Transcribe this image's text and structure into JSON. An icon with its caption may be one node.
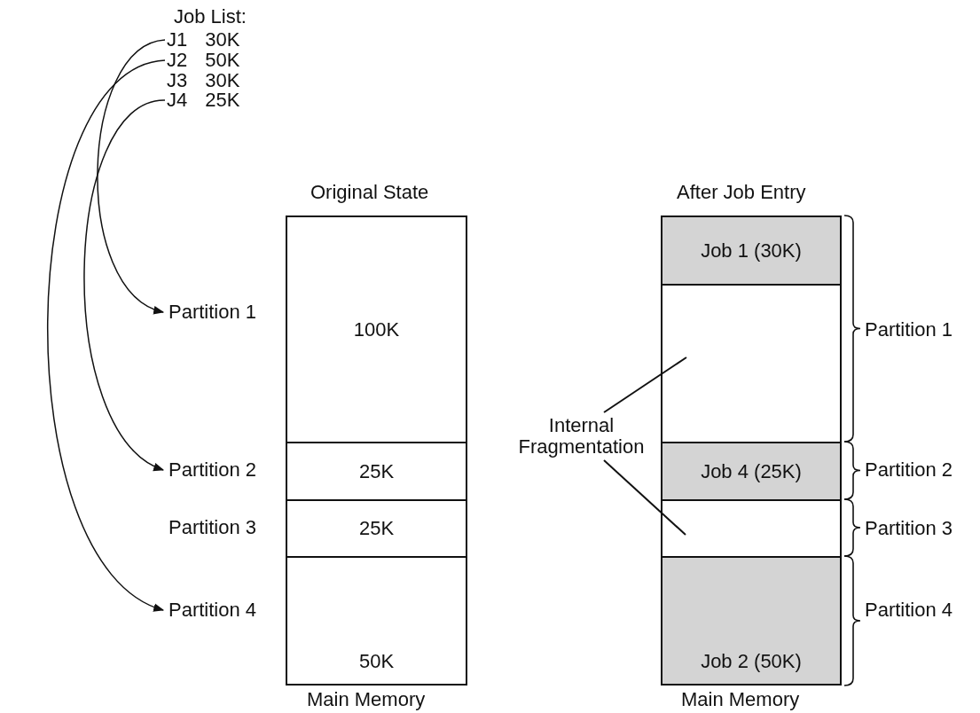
{
  "diagram": {
    "nodes": [
      {
        "text": [
          "J1 30K"
        ]
      },
      {
        "text": [
          "J2 50K"
        ]
      },
      {
        "text": [
          "J4 25K"
        ]
      },
      {
        "text": [
          "Partition 1"
        ]
      },
      {
        "text": [
          "100K"
        ]
      },
      {
        "text": [
          "Job 1 (30K)"
        ]
      },
      {
        "text": [],
        "shape": "box"
      },
      {
        "text": [
          "Internal Fragmentation"
        ]
      },
      {
        "text": [
          "Partition 2"
        ]
      },
      {
        "text": [
          "25K"
        ]
      },
      {
        "text": [
          "Job 4 (25K)"
        ]
      },
      {
        "text": [],
        "shape": "box"
      },
      {
        "text": [
          "25K"
        ]
      },
      {
        "text": [
          "Partition 4"
        ]
      },
      {
        "text": [
          "50K"
        ]
      },
      {
        "text": [
          "Job 2 (50K)"
        ]
      }
    ],
    "edges": [
      {
        "from": 0,
        "to": 3,
        "arrow": "to"
      },
      {
        "from": 1,
        "to": 13,
        "arrow": "to"
      },
      {
        "from": 2,
        "to": 8,
        "arrow": "to"
      },
      {
        "from": 7,
        "to": 6,
        "arrow": "none"
      },
      {
        "from": 7,
        "to": 11,
        "arrow": "none"
      }
    ],
    "labels": [
      "Job List:",
      "J3 30K",
      "Original State",
      "After Job Entry",
      "Partition 1",
      "Partition 3",
      "Partition 2",
      "Partition 3",
      "Partition 4",
      "Main Memory",
      "Main Memory"
    ]
  }
}
